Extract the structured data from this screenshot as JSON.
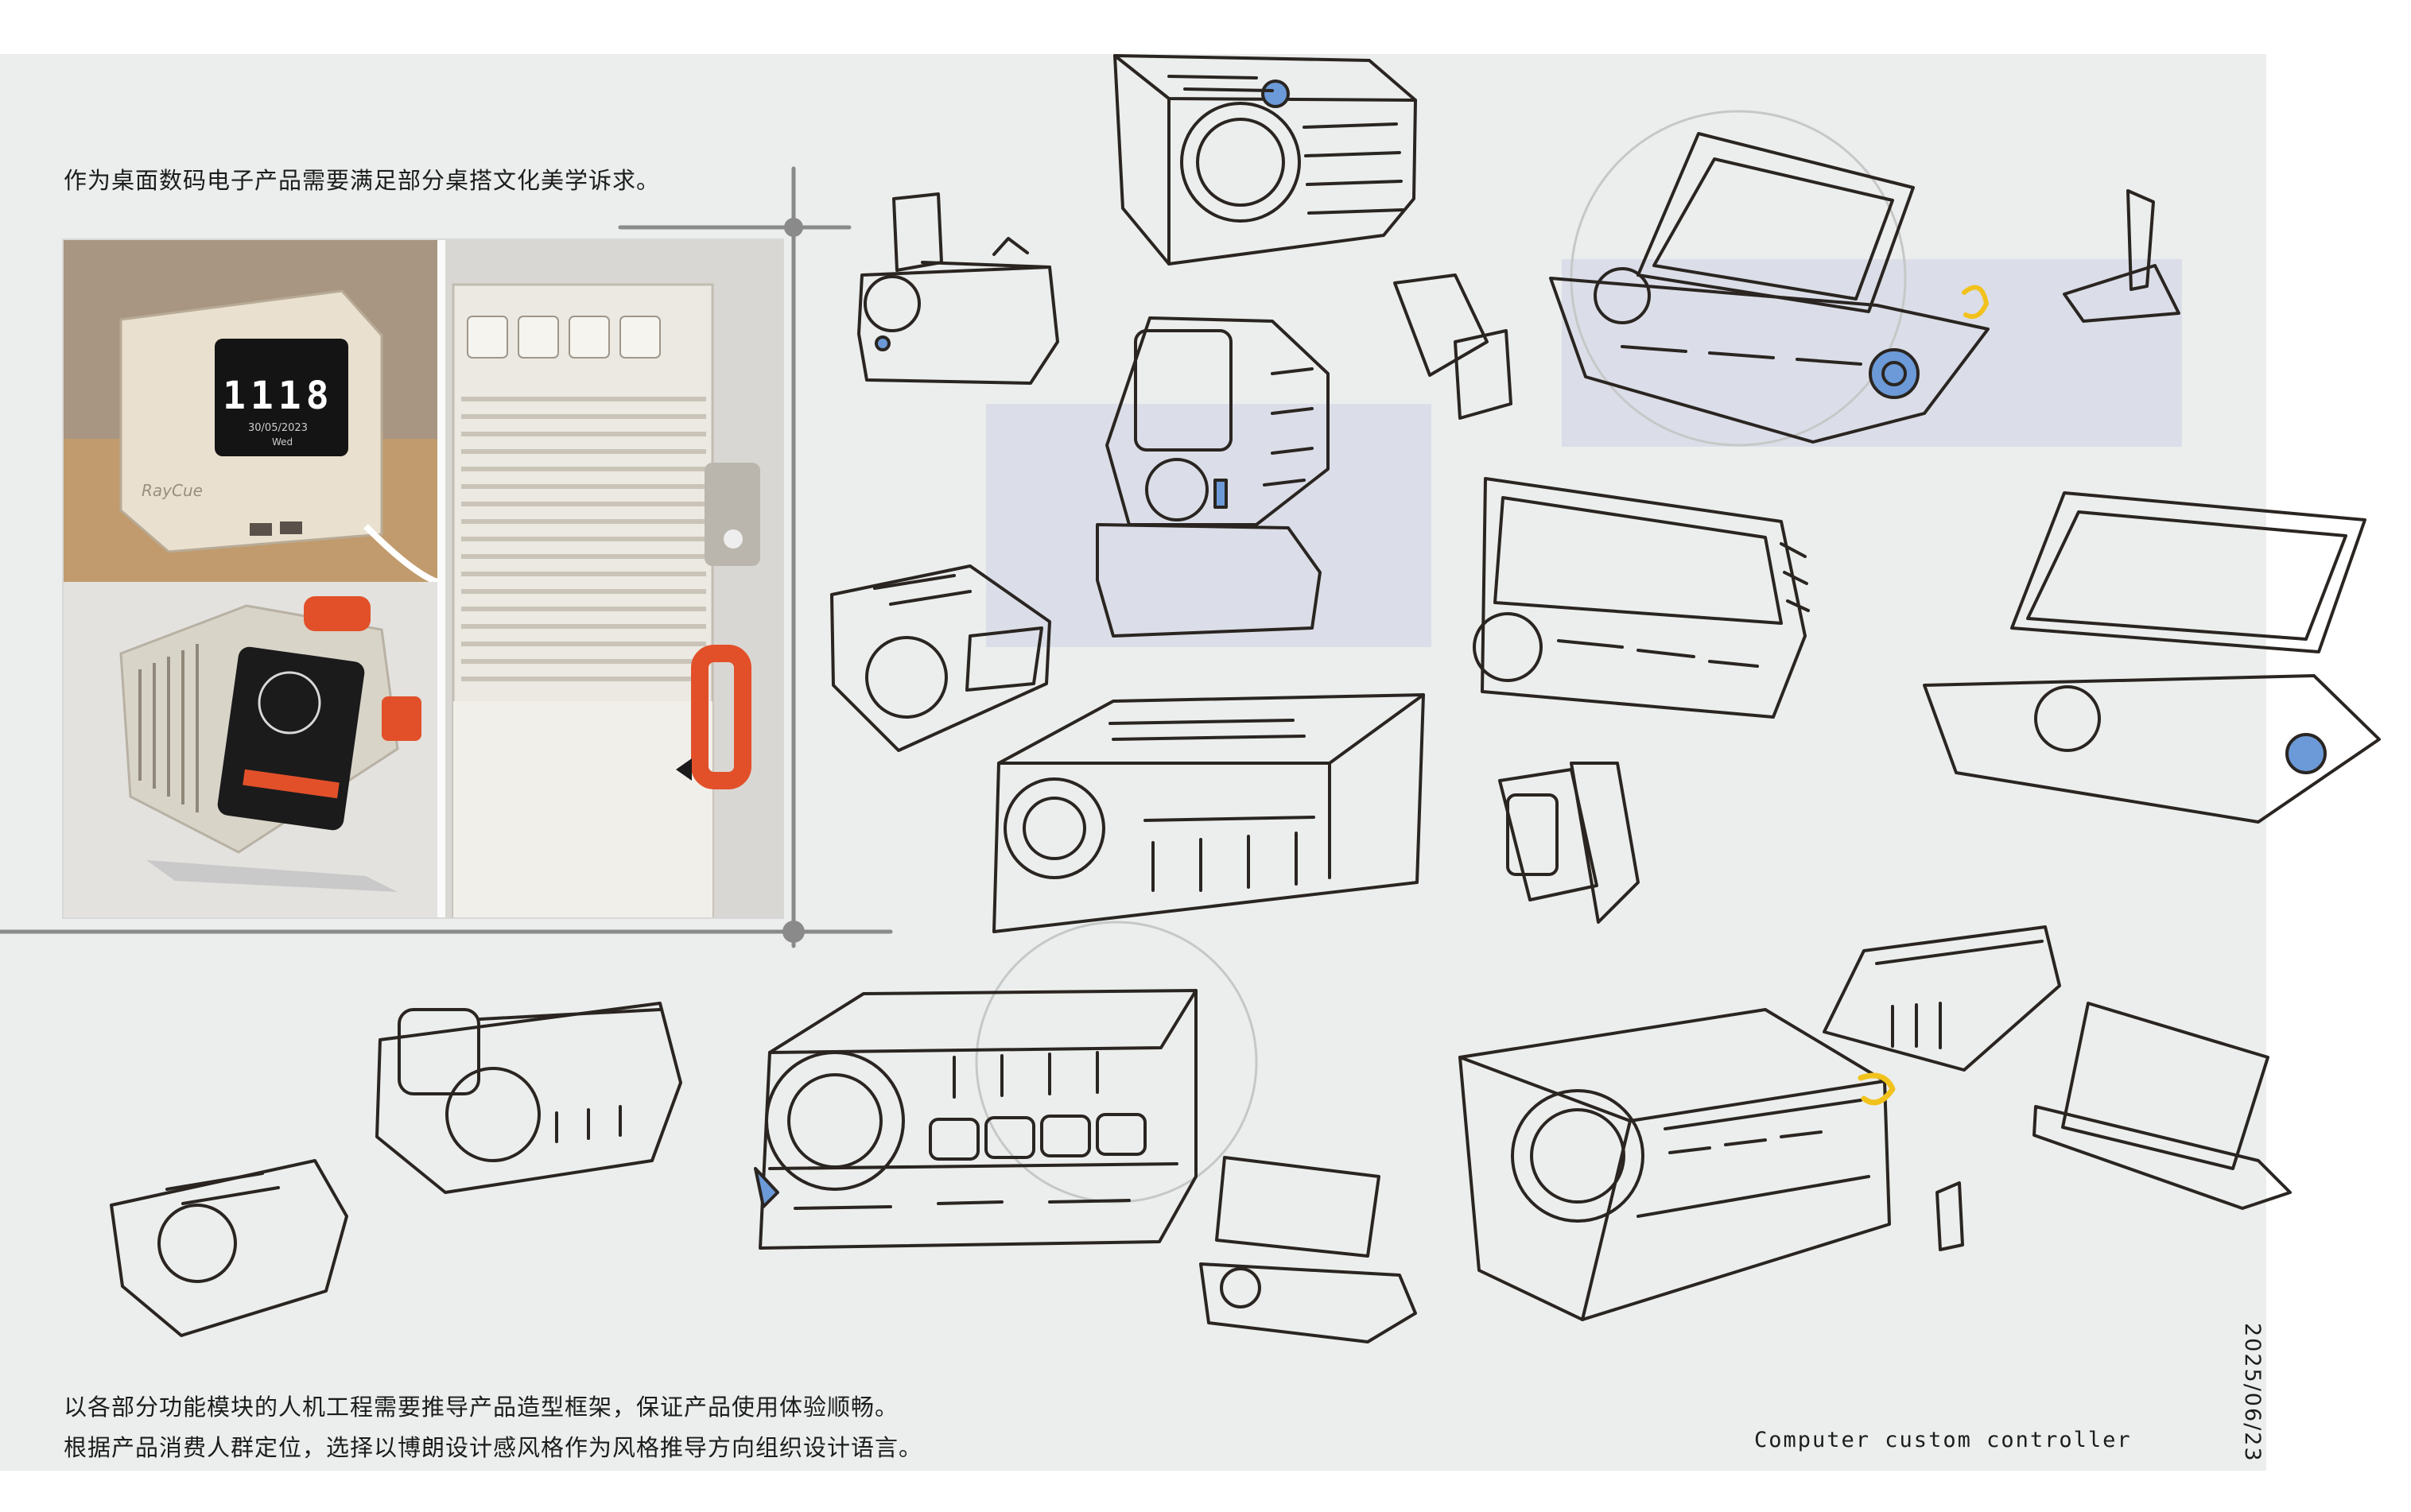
{
  "texts": {
    "intro": "作为桌面数码电子产品需要满足部分桌搭文化美学诉求。",
    "footer_line1": "以各部分功能模块的人机工程需要推导产品造型框架，保证产品使用体验顺畅。",
    "footer_line2": "根据产品消费人群定位，选择以博朗设计感风格作为风格推导方向组织设计语言。",
    "caption": "Computer custom controller",
    "date": "2025/06/23"
  },
  "photos": {
    "clock_digits": "1118",
    "clock_date": "30/05/2023",
    "clock_day": "Wed",
    "clock_brand": "RayCue"
  },
  "colors": {
    "background": "#ebeeed",
    "sketch_line": "#2a2521",
    "accent_blue": "#6c9ad8",
    "accent_yellow": "#f2c21c",
    "accent_orange": "#e2502a",
    "panel_lilac": "#dbdee8"
  }
}
